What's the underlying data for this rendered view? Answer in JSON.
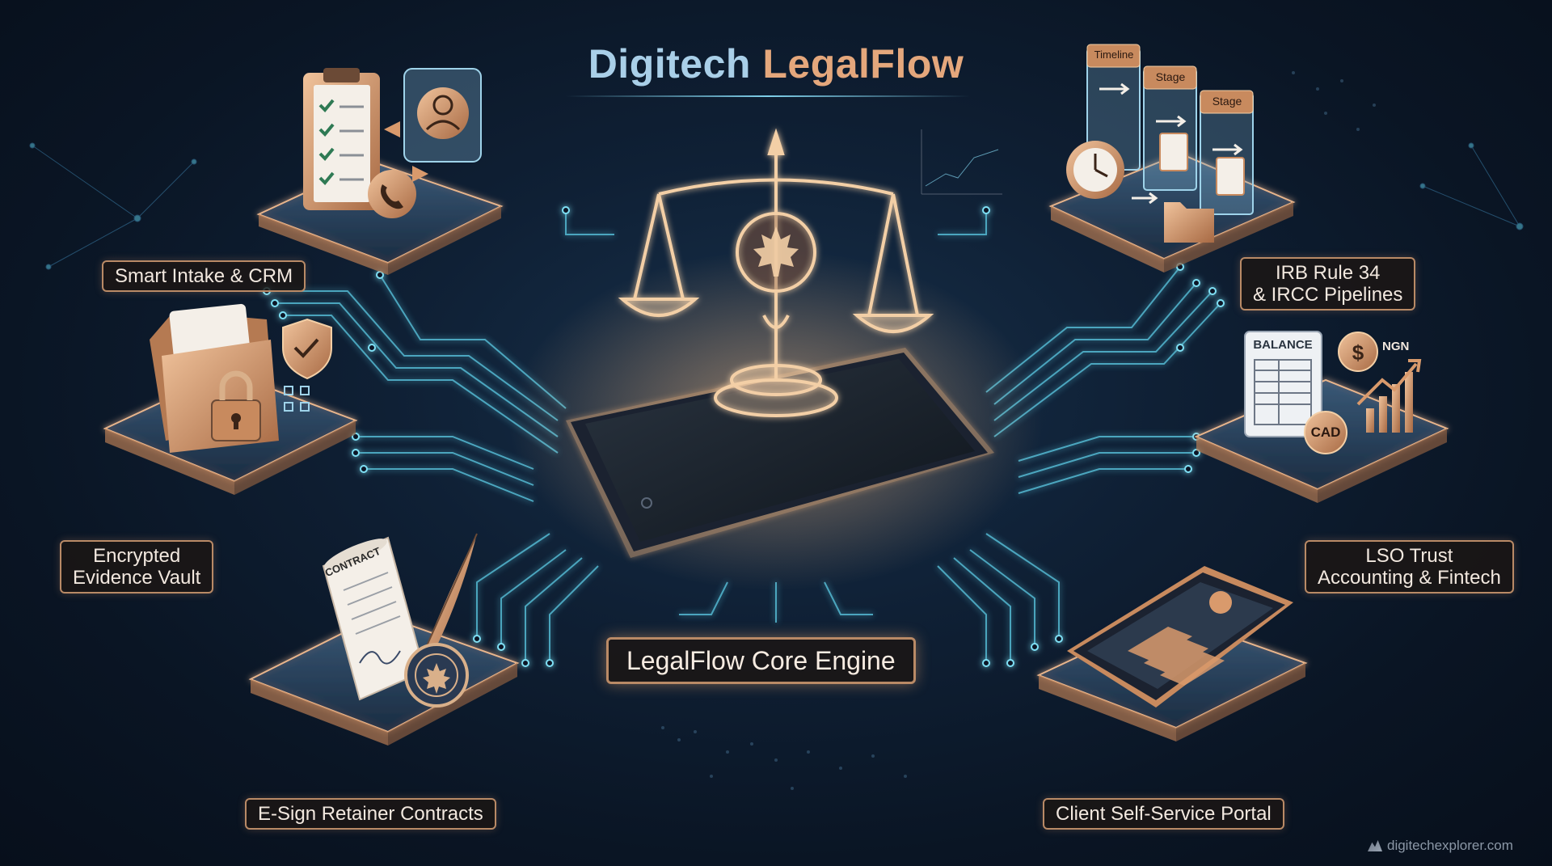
{
  "title": {
    "part1": "Digitech",
    "part2": "LegalFlow"
  },
  "core": {
    "label": "LegalFlow Core Engine"
  },
  "modules": {
    "intake": {
      "label": "Smart Intake & CRM"
    },
    "vault": {
      "line1": "Encrypted",
      "line2": "Evidence Vault"
    },
    "esign": {
      "label": "E-Sign Retainer Contracts",
      "doc_title": "CONTRACT"
    },
    "irb": {
      "line1": "IRB Rule 34",
      "line2": "& IRCC Pipelines",
      "tab1": "Timeline",
      "tab2": "Stage",
      "tab3": "Stage"
    },
    "lso": {
      "line1": "LSO Trust",
      "line2": "Accounting & Fintech",
      "balance": "BALANCE",
      "coin1": "CAD",
      "coin2": "NGN"
    },
    "portal": {
      "label": "Client Self-Service Portal"
    }
  },
  "watermark": "digitechexplorer.com",
  "colors": {
    "accent_copper": "#d99a6c",
    "circuit_cyan": "#5fd2ec",
    "title_blue": "#a9cfe8",
    "background": "#0b1626"
  },
  "icons": [
    "scales-of-justice-icon",
    "maple-leaf-icon",
    "tablet-icon",
    "clipboard-checklist-icon",
    "user-profile-icon",
    "phone-icon",
    "folder-lock-icon",
    "shield-check-icon",
    "contract-scroll-icon",
    "quill-pen-icon",
    "seal-icon",
    "clock-icon",
    "document-icon",
    "folder-icon",
    "balance-sheet-icon",
    "coin-icon",
    "bar-chart-icon",
    "smartphone-icon"
  ]
}
